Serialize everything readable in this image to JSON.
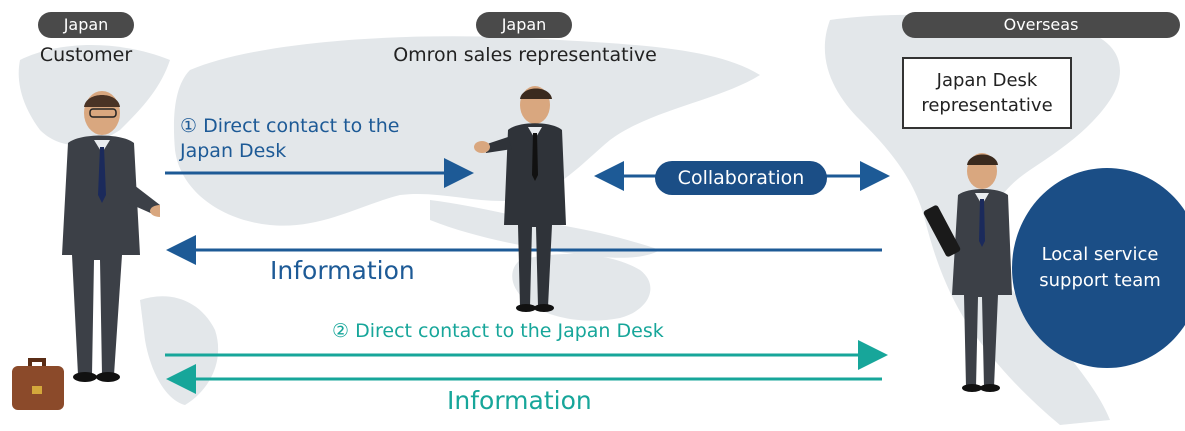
{
  "colors": {
    "blue": "#1d5a96",
    "teal": "#17a69a",
    "dark_pill": "#4a4a4a",
    "team_circle": "#1b4e86",
    "map": "#e3e7ea"
  },
  "parties": {
    "customer": {
      "region": "Japan",
      "role": "Customer"
    },
    "sales": {
      "region": "Japan",
      "role": "Omron sales representative"
    },
    "overseas": {
      "region": "Overseas",
      "desk_label": "Japan Desk representative"
    }
  },
  "flows": {
    "route1_label": "① Direct contact to the Japan Desk",
    "route1_return": "Information",
    "collaboration": "Collaboration",
    "route2_label": "② Direct contact to the Japan Desk",
    "route2_return": "Information"
  },
  "team": {
    "label": "Local service support team"
  },
  "icons": [
    "world-map",
    "businessman-figure",
    "briefcase-icon",
    "tablet-icon"
  ]
}
